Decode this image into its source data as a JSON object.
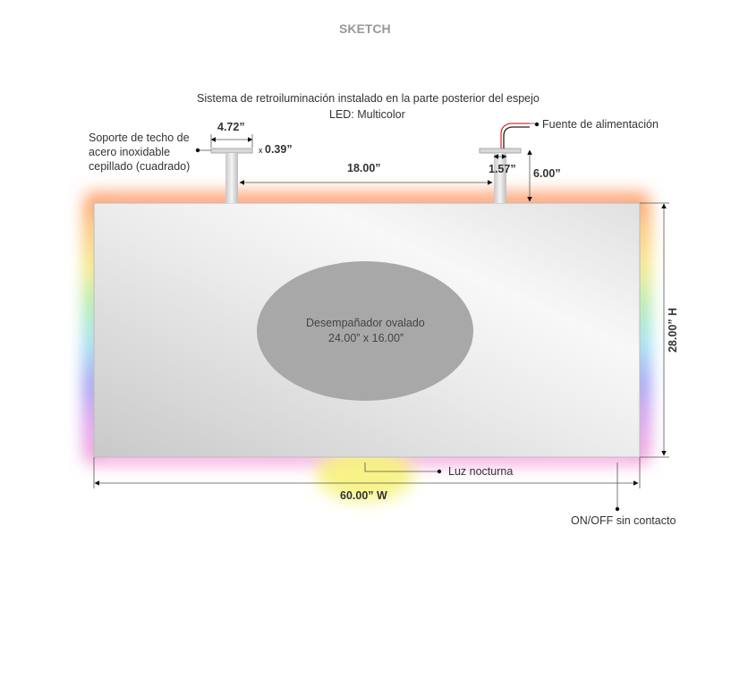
{
  "title": "SKETCH",
  "header_line1": "Sistema de retroiluminación instalado en la parte posterior del espejo",
  "header_line2": "LED: Multicolor",
  "mount_label": [
    "Soporte de techo de",
    "acero inoxidable",
    "cepillado (cuadrado)"
  ],
  "dim_plate_width": "4.72”",
  "dim_plate_thickness": "0.39”",
  "dim_post_spacing": "18.00”",
  "dim_post_width": "1.57”",
  "dim_post_height": "6.00”",
  "power_label": "Fuente de alimentación",
  "defogger_line1": "Desempañador ovalado",
  "defogger_line2": "24.00” x 16.00”",
  "dim_height": "28.00” H",
  "dim_width": "60.00” W",
  "night_light_label": "Luz nocturna",
  "switch_label": "ON/OFF sin contacto",
  "colors": {
    "glow_top": "#ff8a50",
    "glow_bottom": "#f29ad8",
    "night_light": "#f7f27a",
    "oval": "#a8a8a8"
  }
}
